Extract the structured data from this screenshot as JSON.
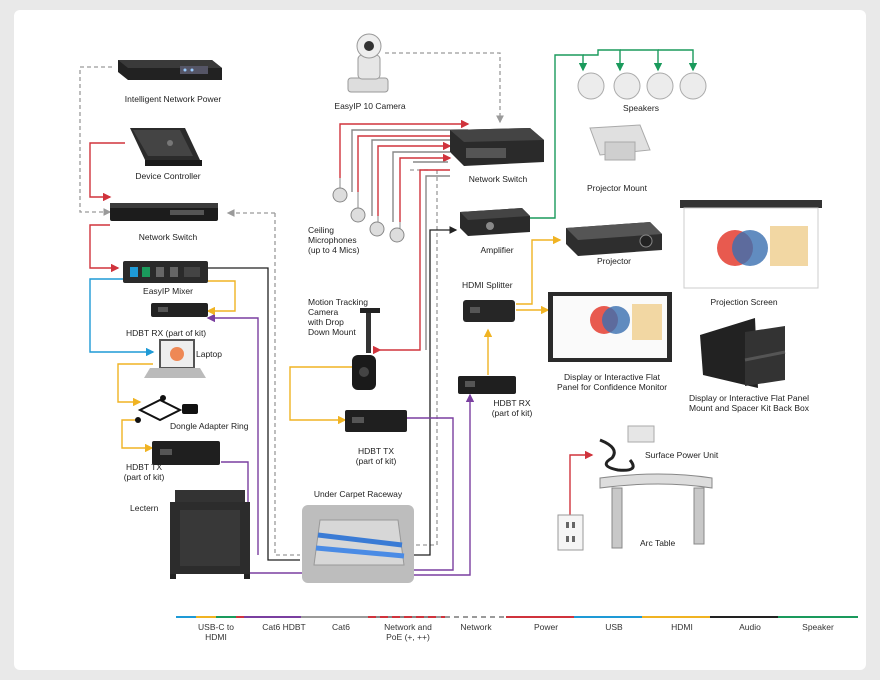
{
  "colors": {
    "power": "#d0333c",
    "network": "#9a9a9a",
    "cat6": "#7a7a7a",
    "hdbt": "#7a3fa0",
    "usb": "#1e9ad6",
    "hdmi": "#f0b323",
    "audio": "#222222",
    "speaker": "#1a9a5c",
    "poe_red": "#d0333c",
    "poe_gray": "#888888"
  },
  "devices": {
    "intelligent_network_power": "Intelligent Network Power",
    "device_controller": "Device Controller",
    "network_switch_left": "Network Switch",
    "easyip_mixer": "EasyIP Mixer",
    "hdbt_rx_left": "HDBT RX (part of kit)",
    "laptop": "Laptop",
    "dongle_adapter_ring": "Dongle Adapter Ring",
    "hdbt_tx_left": "HDBT TX\n(part of kit)",
    "lectern": "Lectern",
    "camera": "EasyIP 10 Camera",
    "ceiling_mics": "Ceiling\nMicrophones\n(up to 4 Mics)",
    "motion_camera": "Motion Tracking\nCamera\nwith Drop\nDown Mount",
    "hdbt_tx_center": "HDBT TX\n(part of kit)",
    "raceway": "Under Carpet Raceway",
    "network_switch_center": "Network Switch",
    "amplifier": "Amplifier",
    "hdmi_splitter": "HDMI Splitter",
    "hdbt_rx_center": "HDBT RX\n(part of kit)",
    "speakers": "Speakers",
    "projector_mount": "Projector Mount",
    "projector": "Projector",
    "projection_screen": "Projection Screen",
    "flat_panel": "Display or Interactive Flat\nPanel for Confidence Monitor",
    "flat_panel_mount": "Display or Interactive Flat Panel\nMount and Spacer Kit Back Box",
    "surface_power_unit": "Surface Power Unit",
    "arc_table": "Arc Table"
  },
  "legend": [
    {
      "label": "USB-C to\nHDMI",
      "color": "multi"
    },
    {
      "label": "Cat6 HDBT",
      "color": "#7a3fa0"
    },
    {
      "label": "Cat6",
      "color": "#9a9a9a"
    },
    {
      "label": "Network and\nPoE (+, ++)",
      "color": "#d0333c"
    },
    {
      "label": "Network",
      "color": "dashed"
    },
    {
      "label": "Power",
      "color": "#d0333c"
    },
    {
      "label": "USB",
      "color": "#1e9ad6"
    },
    {
      "label": "HDMI",
      "color": "#f0b323"
    },
    {
      "label": "Audio",
      "color": "#222222"
    },
    {
      "label": "Speaker",
      "color": "#1a9a5c"
    }
  ]
}
